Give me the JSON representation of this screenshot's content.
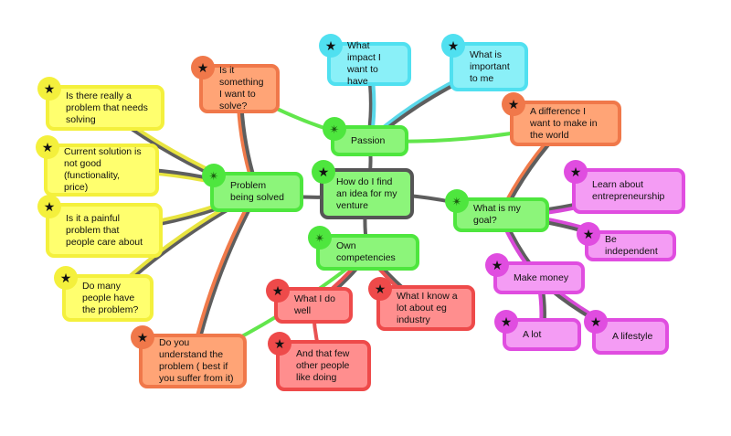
{
  "colors": {
    "yellow": "#ffff6e",
    "orange": "#ffa476",
    "cyan": "#8af0f8",
    "green": "#8cf57a",
    "red": "#ff8e8e",
    "magenta": "#f49cf4",
    "center_border": "#555555"
  },
  "icons": {
    "star": "star-icon",
    "bug": "bug-icon"
  },
  "nodes": {
    "center": {
      "text": "How do I find an idea for my venture",
      "color": "green"
    },
    "problem": {
      "text": "Problem being solved",
      "color": "green"
    },
    "passion": {
      "text": "Passion",
      "color": "green"
    },
    "goal": {
      "text": "What is my goal?",
      "color": "green"
    },
    "competencies": {
      "text": "Own competencies",
      "color": "green"
    },
    "y1": {
      "text": "Is there really a problem that needs solving",
      "color": "yellow"
    },
    "y2": {
      "text": "Current solution is not good (functionality, price)",
      "color": "yellow"
    },
    "y3": {
      "text": "Is it a painful problem that people care about",
      "color": "yellow"
    },
    "y4": {
      "text": "Do many people have the problem?",
      "color": "yellow"
    },
    "o1": {
      "text": "Is it something I want to solve?",
      "color": "orange"
    },
    "o2": {
      "text": "Do you understand the problem ( best if you suffer from it)",
      "color": "orange"
    },
    "o3": {
      "text": "A difference I want to make in the world",
      "color": "orange"
    },
    "c1": {
      "text": "What impact I want to have",
      "color": "cyan"
    },
    "c2": {
      "text": "What is important to me",
      "color": "cyan"
    },
    "r1": {
      "text": "What I do well",
      "color": "red"
    },
    "r2": {
      "text": "And that few other people like doing",
      "color": "red"
    },
    "r3": {
      "text": "What I know a lot about eg industry",
      "color": "red"
    },
    "m1": {
      "text": "Learn about entrepreneurship",
      "color": "magenta"
    },
    "m2": {
      "text": "Be independent",
      "color": "magenta"
    },
    "m3": {
      "text": "Make money",
      "color": "magenta"
    },
    "m4": {
      "text": "A lot",
      "color": "magenta"
    },
    "m5": {
      "text": "A lifestyle",
      "color": "magenta"
    }
  }
}
